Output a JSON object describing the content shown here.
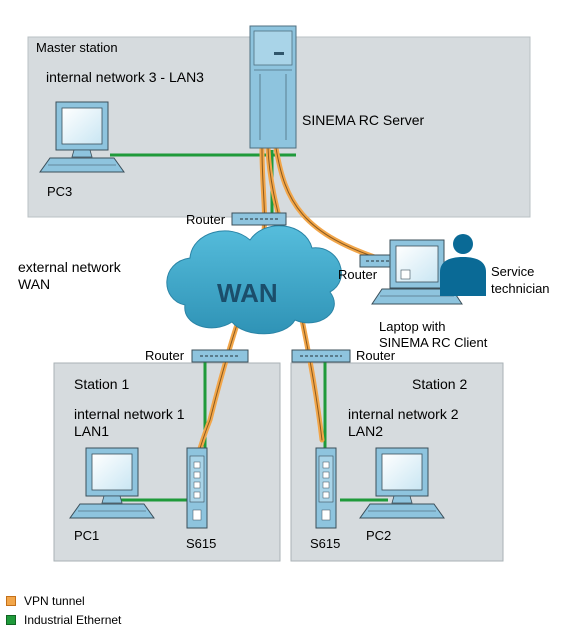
{
  "colors": {
    "zone_fill": "#D6DBDE",
    "industrial_ethernet": "#1F9A3A",
    "vpn_tunnel": "#F2A64A",
    "cloud": "#3AA6C7",
    "wan_text": "#1B4E6B",
    "device_blue": "#8EC4DE",
    "technician": "#0A6A96"
  },
  "zones": {
    "master": {
      "title": "Master station",
      "network": "internal network 3 - LAN3"
    },
    "station1": {
      "title": "Station 1",
      "network_line1": "internal network 1",
      "network_line2": "LAN1"
    },
    "station2": {
      "title": "Station 2",
      "network_line1": "internal network 2",
      "network_line2": "LAN2"
    }
  },
  "external": {
    "line1": "external network",
    "line2": "WAN"
  },
  "cloud_label": "WAN",
  "devices": {
    "server": "SINEMA RC Server",
    "pc3": "PC3",
    "pc1": "PC1",
    "pc2": "PC2",
    "s615_left": "S615",
    "s615_right": "S615",
    "router_master": "Router",
    "router_laptop": "Router",
    "router_station1": "Router",
    "router_station2": "Router",
    "laptop_line1": "Laptop with",
    "laptop_line2": "SINEMA RC Client",
    "technician_line1": "Service",
    "technician_line2": "technician"
  },
  "legend": {
    "vpn": "VPN tunnel",
    "ethernet": "Industrial Ethernet"
  }
}
